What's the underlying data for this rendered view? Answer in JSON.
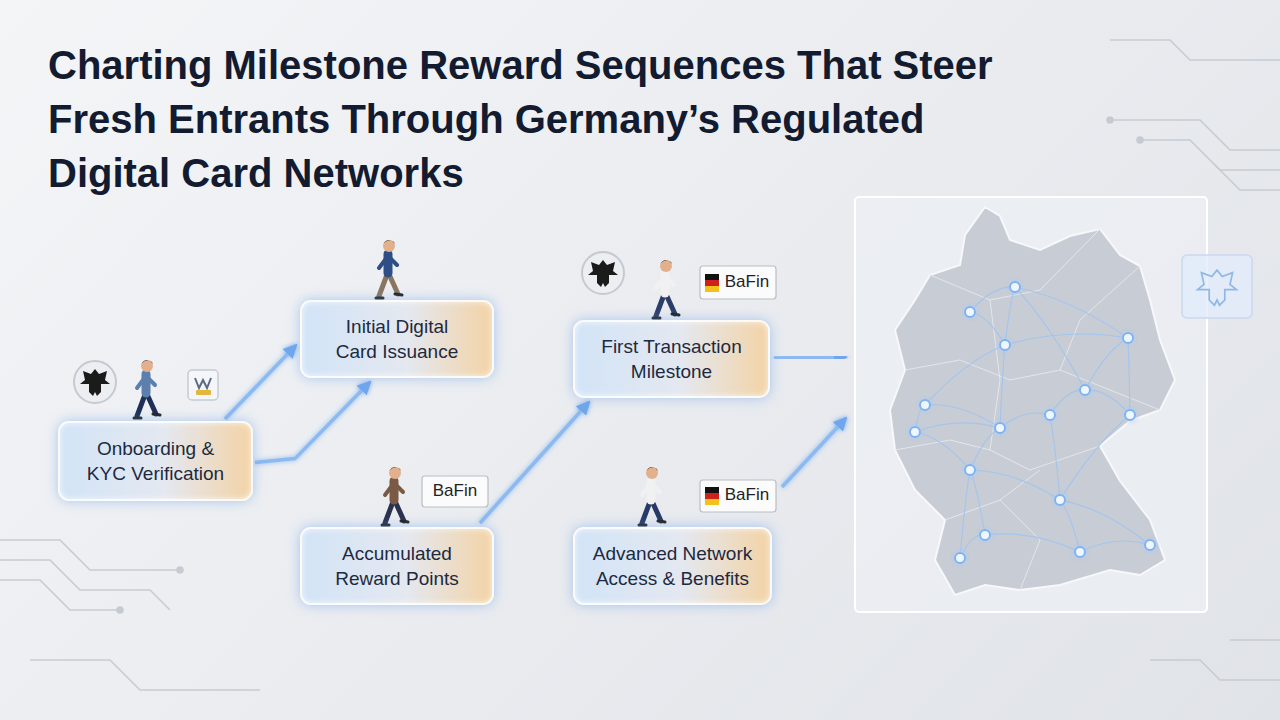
{
  "diagram": {
    "title": "Charting Milestone Reward Sequences That Steer Fresh Entrants Through Germany’s Regulated Digital Card Networks",
    "nodes": [
      {
        "text": [
          "Onboarding & KYC Verification"
        ]
      },
      {
        "text": [
          "Initial Digital Card Issuance"
        ]
      },
      {
        "text": [
          "First Transaction Milestone"
        ]
      },
      {
        "text": [
          "Accumulated Reward Points"
        ]
      },
      {
        "text": [
          "Advanced Network Access & Benefits"
        ]
      }
    ],
    "edges": [
      {
        "from": 0,
        "to": 1,
        "arrow": "to"
      },
      {
        "from": 0,
        "to": 1,
        "arrow": "to"
      },
      {
        "from": 1,
        "to": 2,
        "arrow": "to"
      },
      {
        "from": 3,
        "to": 2,
        "arrow": "to"
      },
      {
        "from": 3,
        "to": 4,
        "arrow": "to"
      },
      {
        "from": 4,
        "to": 2,
        "arrow": "to"
      }
    ],
    "labels": [
      "BaFin",
      "BaFin",
      "BaFin"
    ]
  }
}
